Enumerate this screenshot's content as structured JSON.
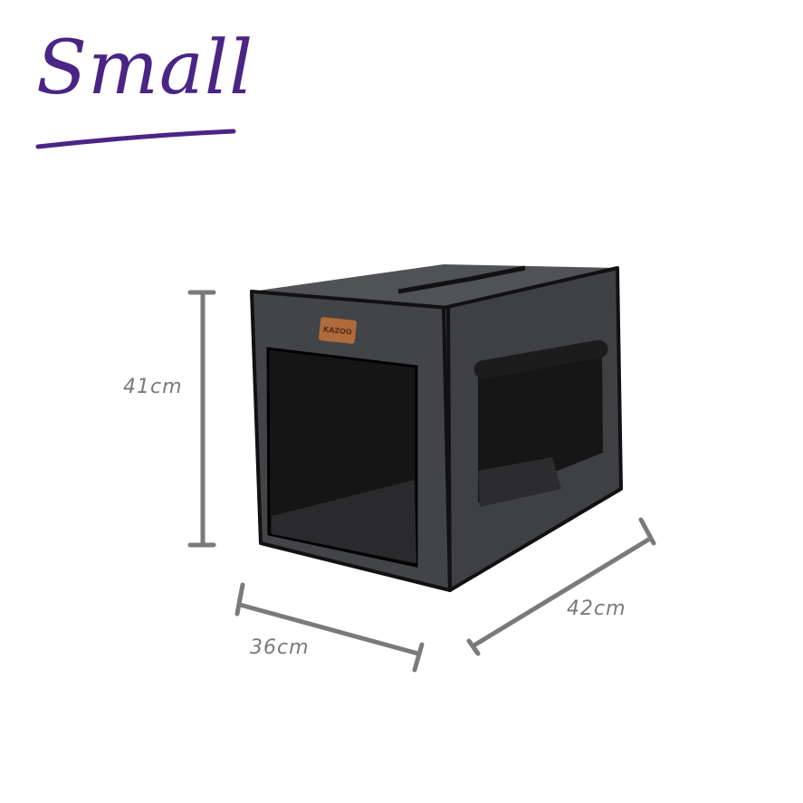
{
  "title": "Small",
  "colors": {
    "title": "#4a2585",
    "dimension_lines": "#7a7a7a",
    "crate": "#3a3b3d",
    "trim": "#111111",
    "logo_patch": "#b06a3c"
  },
  "product": {
    "logo_text": "KAZOO"
  },
  "dimensions": {
    "height": "41cm",
    "width": "36cm",
    "depth": "42cm"
  }
}
